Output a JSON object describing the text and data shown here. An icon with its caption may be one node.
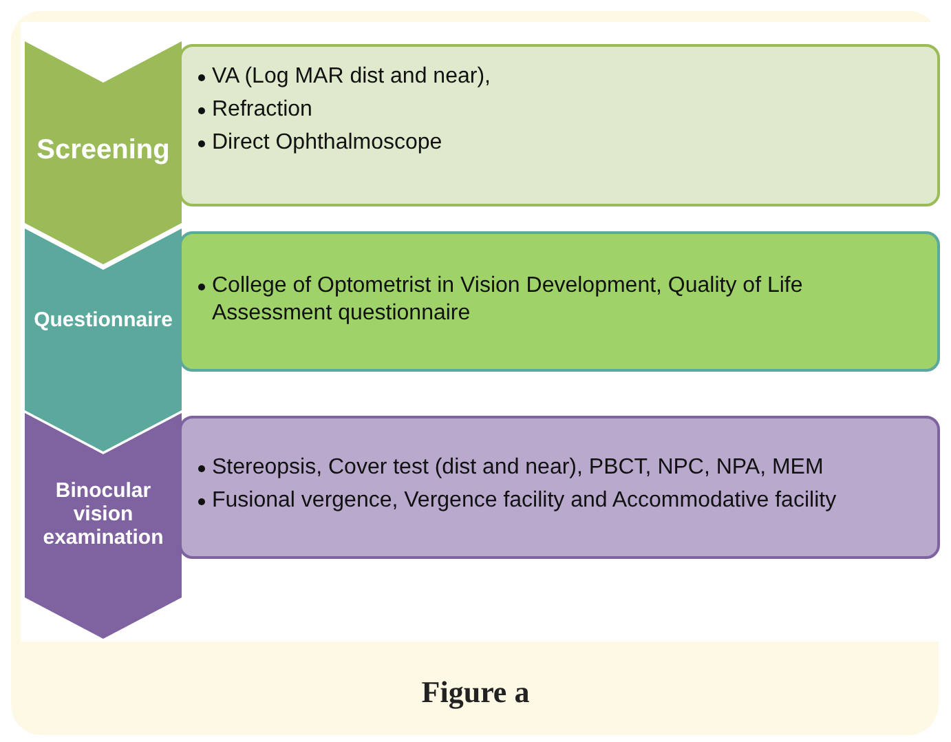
{
  "diagram": {
    "caption": "Figure a",
    "nodes": [
      {
        "text": [
          "Screening"
        ]
      },
      {
        "text": [
          "VA (Log MAR dist and near),",
          "Refraction",
          "Direct Ophthalmoscope"
        ]
      },
      {
        "text": [
          "Questionnaire"
        ]
      },
      {
        "text": [
          "College of Optometrist in Vision Development, Quality of Life Assessment questionnaire"
        ]
      },
      {
        "text": [
          "Binocular vision examination"
        ]
      },
      {
        "text": [
          "Stereopsis, Cover test (dist and near), PBCT, NPC, NPA, MEM",
          "Fusional vergence, Vergence facility and Accommodative facility"
        ]
      }
    ],
    "edges": []
  }
}
